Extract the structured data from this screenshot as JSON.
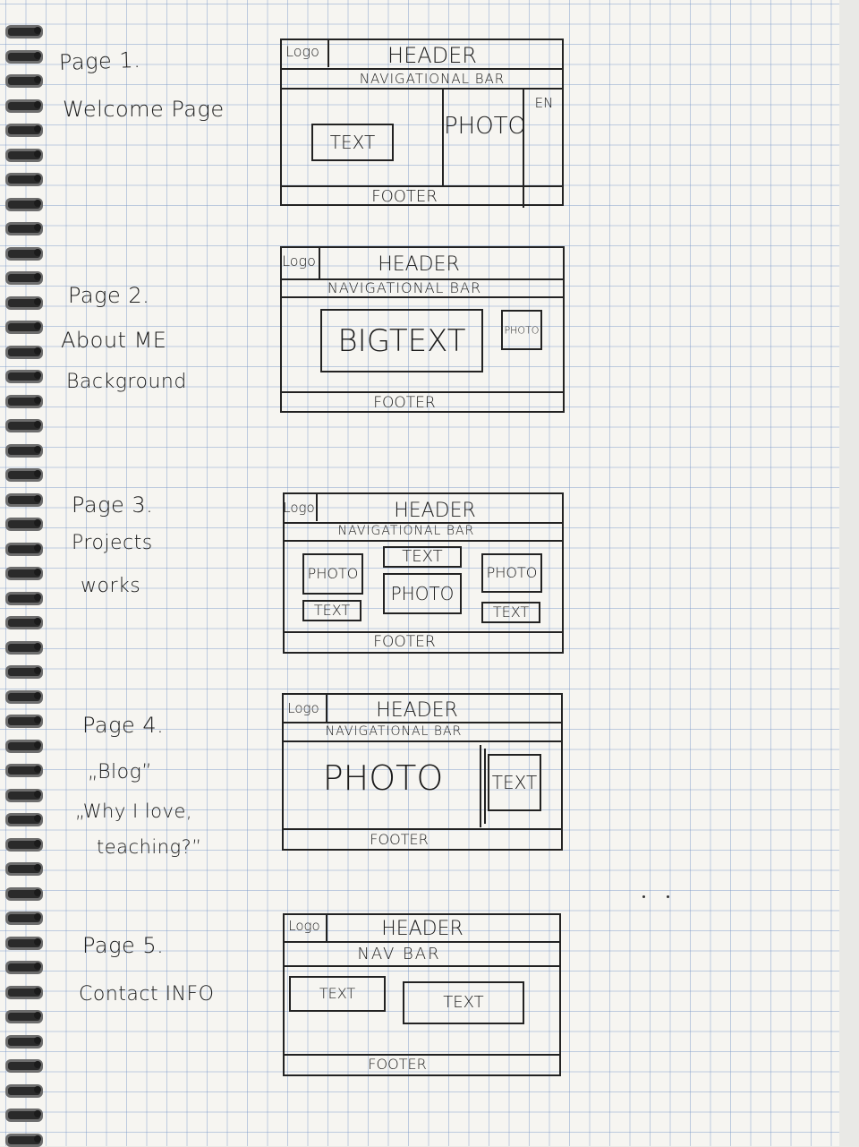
{
  "pages": [
    {
      "title": "Page 1.",
      "subtitle": [
        "Welcome Page"
      ]
    },
    {
      "title": "Page 2.",
      "subtitle": [
        "About ME",
        "Background"
      ]
    },
    {
      "title": "Page 3.",
      "subtitle": [
        "Projects",
        "works"
      ]
    },
    {
      "title": "Page 4.",
      "subtitle": [
        "„Blog”",
        "„Why I love,",
        "teaching?”"
      ]
    },
    {
      "title": "Page 5.",
      "subtitle": [
        "Contact INFO"
      ]
    }
  ],
  "wireframes": {
    "p1": {
      "logo": "Logo",
      "header": "HEADER",
      "nav": "NAVIGATIONAL BAR",
      "text": "TEXT",
      "photo": "PHOTO",
      "lang": "EN",
      "footer": "FOOTER"
    },
    "p2": {
      "logo": "Logo",
      "header": "HEADER",
      "nav": "NAVIGATIONAL BAR",
      "bigtext": "BIGTEXT",
      "photo": "PHOTO",
      "footer": "FOOTER"
    },
    "p3": {
      "logo": "Logo",
      "header": "HEADER",
      "nav": "NAVIGATIONAL BAR",
      "photo_left": "PHOTO",
      "text_left": "TEXT",
      "text_mid": "TEXT",
      "photo_mid": "PHOTO",
      "photo_right": "PHOTO",
      "text_right": "TEXT",
      "footer": "FOOTER"
    },
    "p4": {
      "logo": "Logo",
      "header": "HEADER",
      "nav": "NAVIGATIONAL BAR",
      "photo": "PHOTO",
      "text": "TEXT",
      "footer": "FOOTER"
    },
    "p5": {
      "logo": "Logo",
      "header": "HEADER",
      "nav": "NAV BAR",
      "text_left": "TEXT",
      "text_right": "TEXT",
      "footer": "FOOTER"
    }
  }
}
